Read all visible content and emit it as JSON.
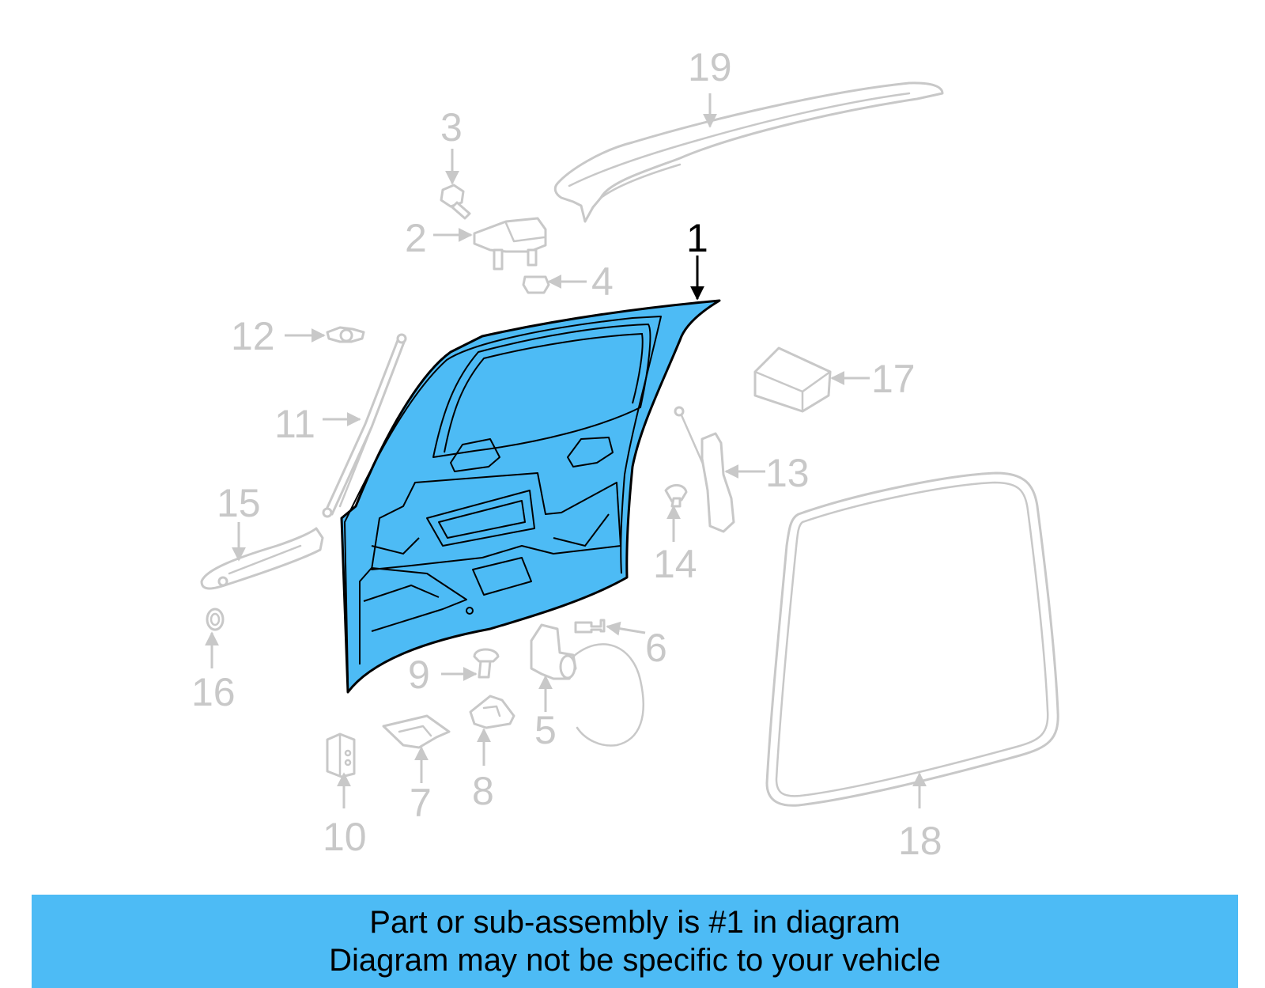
{
  "colors": {
    "highlight_fill": "#4dbbf5",
    "part_outline": "#c8c8c8",
    "highlight_outline": "#000000",
    "banner_background": "#4dbbf5"
  },
  "callouts": {
    "c1": "1",
    "c2": "2",
    "c3": "3",
    "c4": "4",
    "c5": "5",
    "c6": "6",
    "c7": "7",
    "c8": "8",
    "c9": "9",
    "c10": "10",
    "c11": "11",
    "c12": "12",
    "c13": "13",
    "c14": "14",
    "c15": "15",
    "c16": "16",
    "c17": "17",
    "c18": "18",
    "c19": "19"
  },
  "highlighted_part": "1",
  "banner": {
    "line1": "Part or sub-assembly is #1 in diagram",
    "line2": "Diagram may not be specific to your vehicle"
  }
}
